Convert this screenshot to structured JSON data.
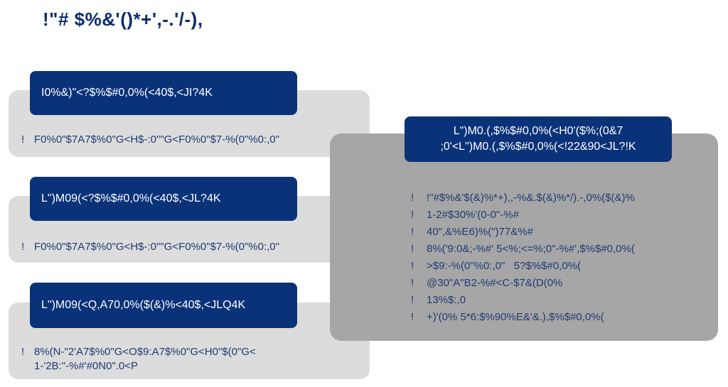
{
  "title": "!\"# $%&'()*+',-.'/-),",
  "cards": [
    {
      "heading": "I0%&)\"<?$%$#0,0%(<40$,<JI?4K",
      "bullets": [
        "F0%0\"$7A7$%0\"G<H$-:0\"\"G<F0%0\"$7-%(0\"%0:,0\""
      ]
    },
    {
      "heading": "L\")M09(<?$%$#0,0%(<40$,<JL?4K",
      "bullets": [
        "F0%0\"$7A7$%0\"G<H$-:0\"\"G<F0%0\"$7-%(0\"%0:,0\""
      ]
    },
    {
      "heading": "L\")M09(<Q,A70,0%($(&)%<40$,<JLQ4K",
      "bullets": [
        "8%(N-\"2'A7$%0\"G<O$9:A7$%0\"G<H0\"$(0\"G<",
        "1-'2B:\"-%#'#0N0\".0<P"
      ]
    }
  ],
  "right_panel": {
    "heading_line1": "L\")M0.(,$%$#0,0%(<H0'($%;(0&7",
    "heading_line2": ";0'<L\")M0.(,$%$#0,0%(<!22&90<JL?!K",
    "bullet_symbol": "!",
    "items": [
      "!\"#$%&'$(&)%*+),,-%&.$(&)%*/).-,0%($(&)%",
      "1-2#$30%'(0-0\"-%#",
      "40\",&%E6)%(\")77&%#",
      "8%('9:0&;-%#' 5<%;<=%;0\"-%#',$%$#0,0%(",
      ">$9:-%(0\"%0:,0\"   5?$%$#0,0%(",
      "@30\"A\"B2-%#<C-$7&(D(0%",
      "13%$:,0",
      "+)'(0% 5*6:$%90%E&'&.),$%$#0,0%("
    ]
  },
  "colors": {
    "navy": "#0a3278",
    "light_gray": "#dcdcdc",
    "mid_gray": "#a6a6a6",
    "text": "#1f3a73"
  }
}
